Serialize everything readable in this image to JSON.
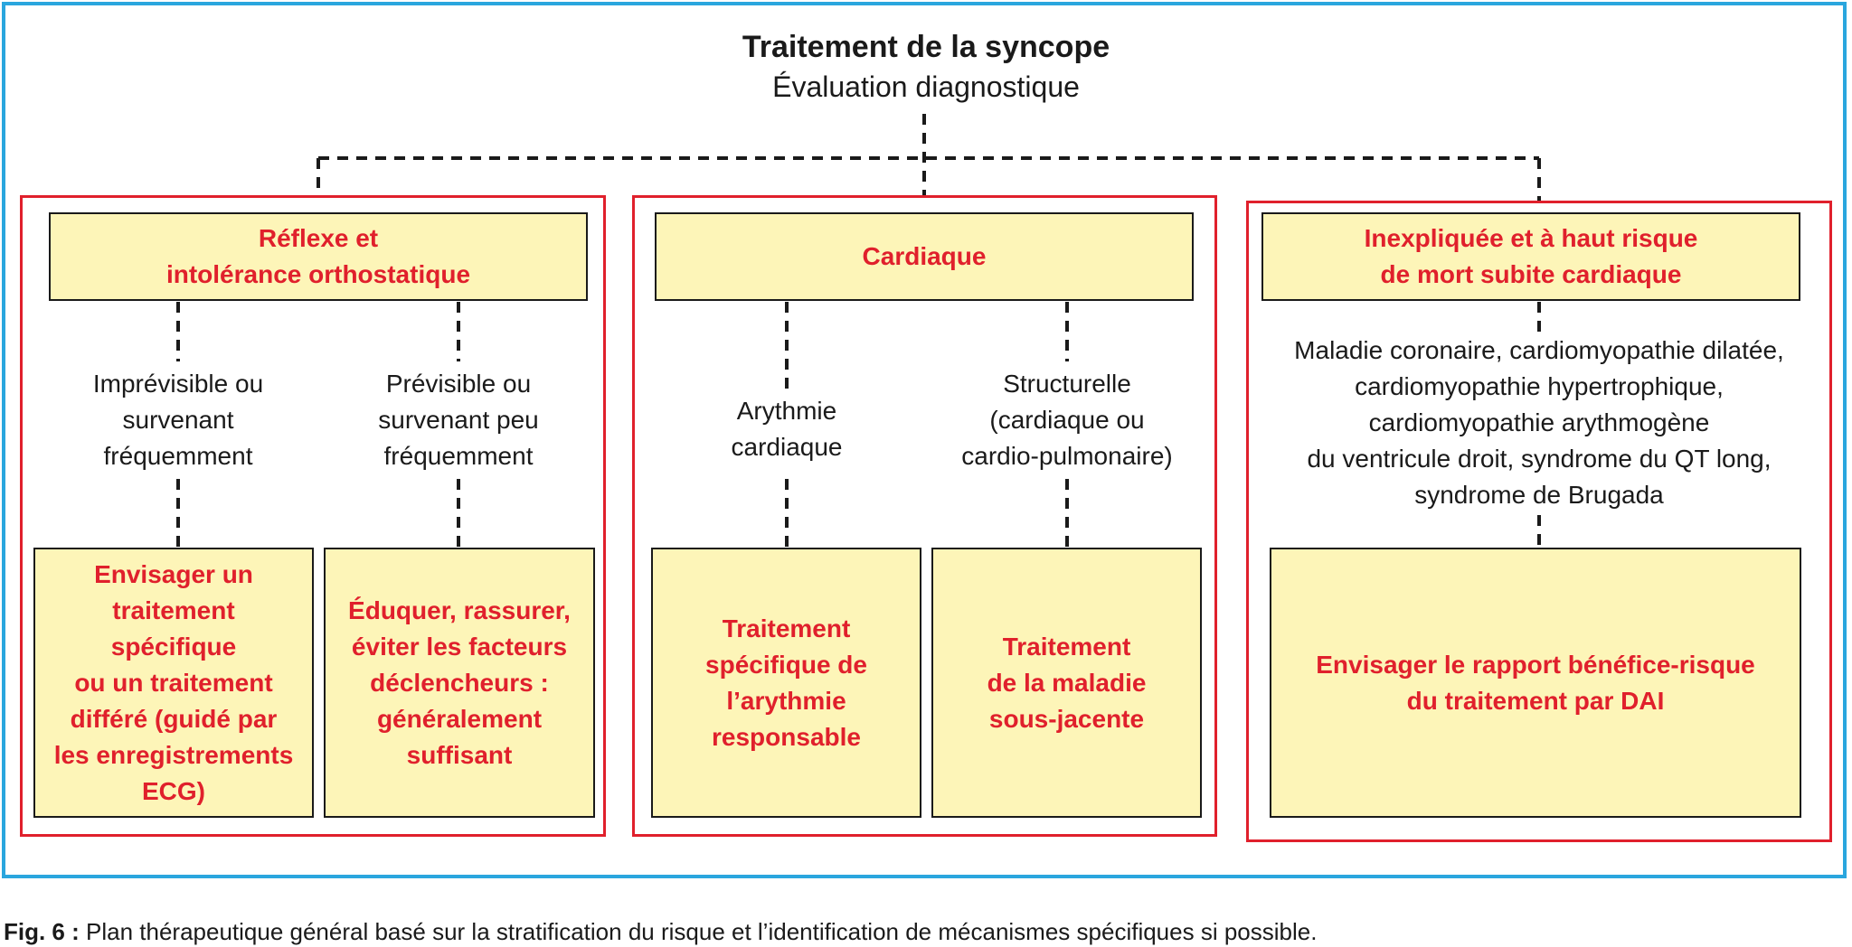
{
  "title": "Traitement de la syncope",
  "subtitle": "Évaluation diagnostique",
  "colors": {
    "frame": "#2aa6de",
    "group_border": "#e0202c",
    "box_fill": "#fdf5b8",
    "box_text": "#e0202c"
  },
  "groups": [
    {
      "header": "Réflexe et\nintolérance orthostatique",
      "branches": [
        {
          "condition": "Imprévisible ou\nsurvenant\nfréquemment",
          "action": "Envisager un\ntraitement\nspécifique\nou un traitement\ndifféré (guidé par\nles enregistrements\nECG)"
        },
        {
          "condition": "Prévisible ou\nsurvenant peu\nfréquemment",
          "action": "Éduquer, rassurer,\néviter les facteurs\ndéclencheurs :\ngénéralement\nsuffisant"
        }
      ]
    },
    {
      "header": "Cardiaque",
      "branches": [
        {
          "condition": "Arythmie\ncardiaque",
          "action": "Traitement\nspécifique de\nl’arythmie\nresponsable"
        },
        {
          "condition": "Structurelle\n(cardiaque ou\ncardio-pulmonaire)",
          "action": "Traitement\nde la maladie\nsous-jacente"
        }
      ]
    },
    {
      "header": "Inexpliquée et à haut risque\nde mort subite cardiaque",
      "condition": "Maladie coronaire, cardiomyopathie dilatée,\ncardiomyopathie hypertrophique,\ncardiomyopathie arythmogène\ndu ventricule droit, syndrome du QT long,\nsyndrome de Brugada",
      "action": "Envisager le rapport bénéfice-risque\ndu traitement par DAI"
    }
  ],
  "caption": {
    "label": "Fig. 6 :",
    "text": " Plan thérapeutique général basé sur la stratification du risque et l’identification de mécanismes spécifiques si possible."
  }
}
